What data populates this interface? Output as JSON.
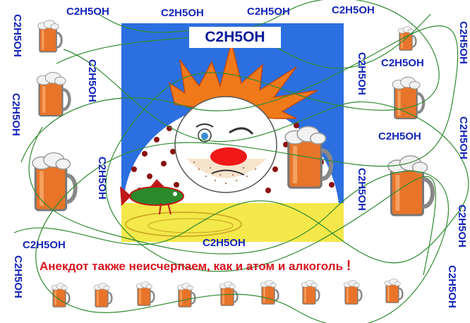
{
  "poster": {
    "title": "C2H5OH",
    "caption": "Анекдот  также неисчерпаем, как и атом и алкоголь",
    "exclamation": "!",
    "formula_label": "C2H5OH"
  },
  "colors": {
    "background": "#ffffff",
    "sky": "#2c6fe0",
    "table": "#f4e84a",
    "beer": "#e8742a",
    "foam": "#f2f2f2",
    "text_blue": "#1426b8",
    "text_red": "#d8141e",
    "scribble": "#2f8a2f"
  },
  "icons": [
    "beer-mug-icon",
    "fish-icon",
    "face-character"
  ]
}
